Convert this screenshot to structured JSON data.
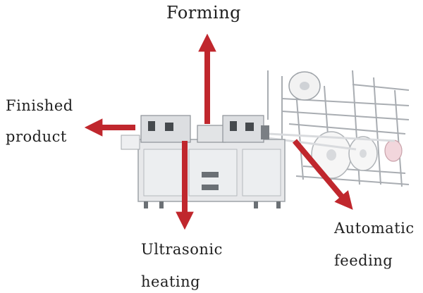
{
  "labels": {
    "forming": "Forming",
    "finished_line1": "Finished",
    "finished_line2": "product",
    "ultrasonic_line1": "Ultrasonic",
    "ultrasonic_line2": "heating",
    "automatic_line1": "Automatic",
    "automatic_line2": "feeding"
  },
  "colors": {
    "arrow": "#c0272d",
    "machine_body": "#e7e8ea",
    "machine_edge": "#9ea3a8",
    "roll": "#f4f4f4"
  },
  "icons": {
    "machine": "mask-making-machine-illustration"
  }
}
